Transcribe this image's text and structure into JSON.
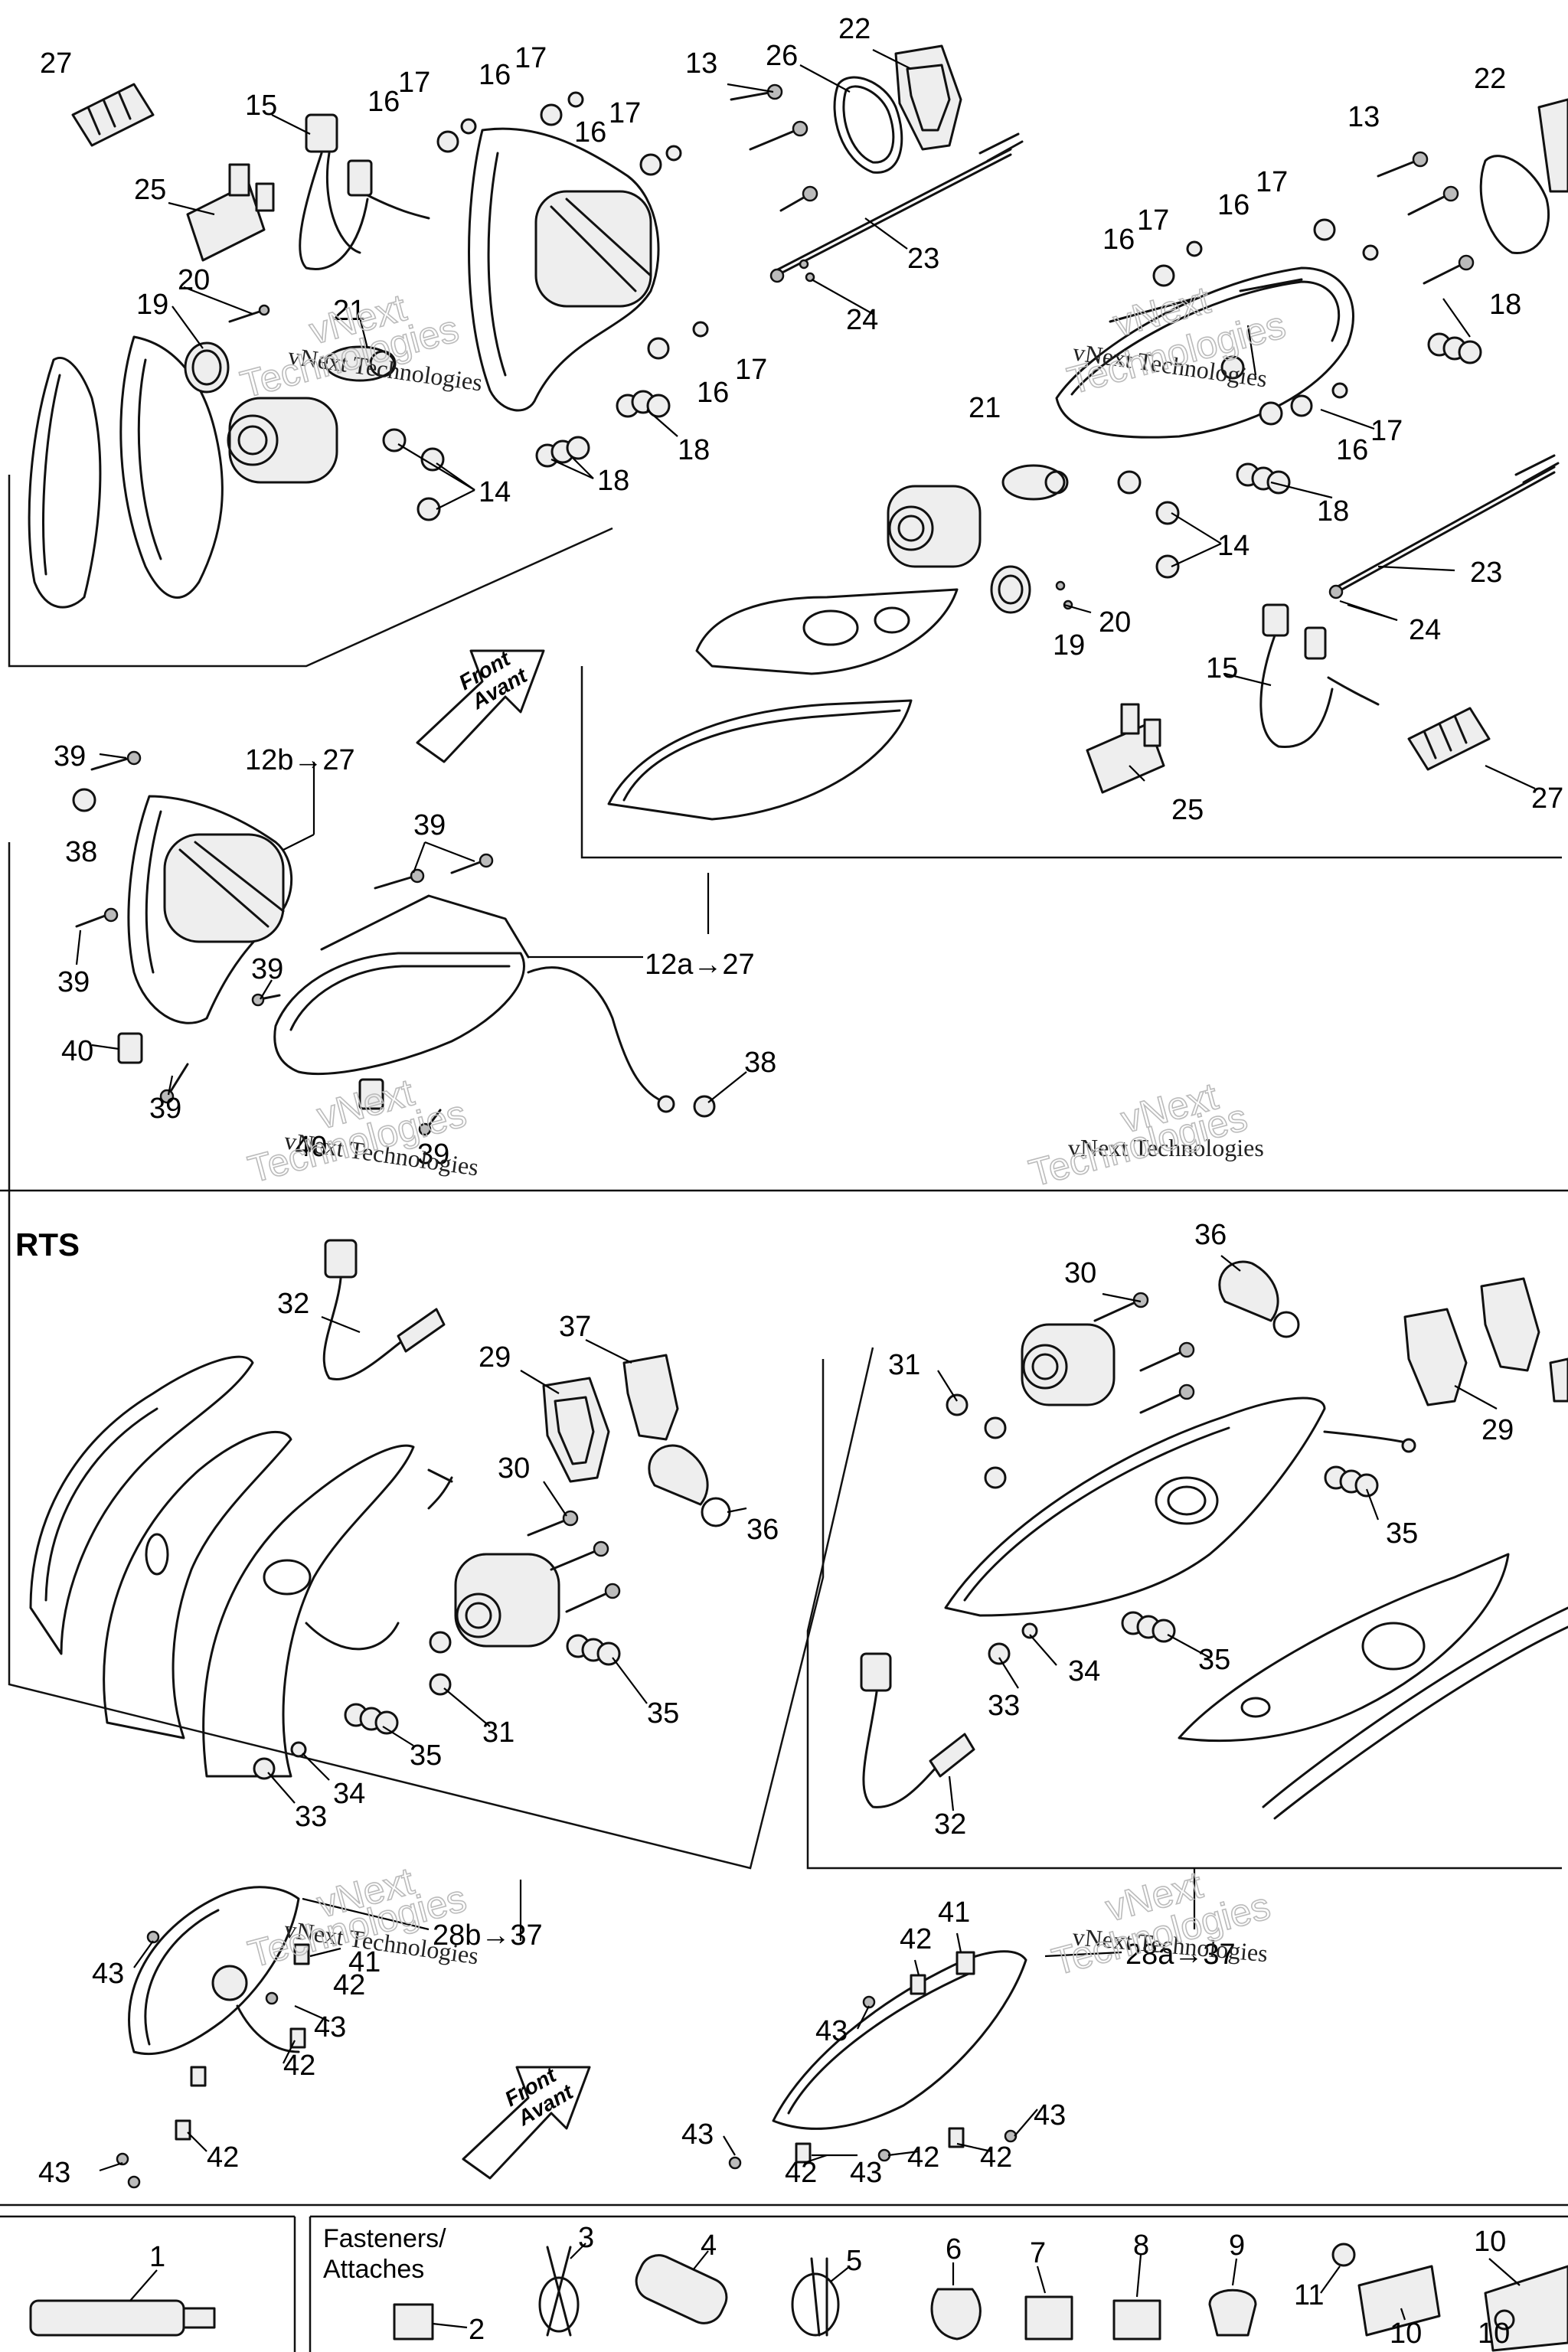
{
  "section_label": "RTS",
  "front_arrow": {
    "line1": "Front",
    "line2": "Avant"
  },
  "fasteners_legend": {
    "line1": "Fasteners/",
    "line2": "Attaches"
  },
  "watermark": {
    "line1": "vNext Technologies",
    "line2": "vNext",
    "line3": "Technologies"
  },
  "callouts": {
    "c1": "1",
    "c2": "2",
    "c3": "3",
    "c4": "4",
    "c5": "5",
    "c6": "6",
    "c7": "7",
    "c8": "8",
    "c9": "9",
    "c10": "10",
    "c11": "11",
    "c12a": "12a→27",
    "c12b": "12b→27",
    "c13": "13",
    "c14": "14",
    "c15": "15",
    "c16": "16",
    "c17": "17",
    "c18": "18",
    "c19": "19",
    "c20": "20",
    "c21": "21",
    "c22": "22",
    "c23": "23",
    "c24": "24",
    "c25": "25",
    "c26": "26",
    "c27": "27",
    "c28a": "28a→37",
    "c28b": "28b→37",
    "c29": "29",
    "c30": "30",
    "c31": "31",
    "c32": "32",
    "c33": "33",
    "c34": "34",
    "c35": "35",
    "c36": "36",
    "c37": "37",
    "c38": "38",
    "c39": "39",
    "c40": "40",
    "c41": "41",
    "c42": "42",
    "c43": "43"
  }
}
